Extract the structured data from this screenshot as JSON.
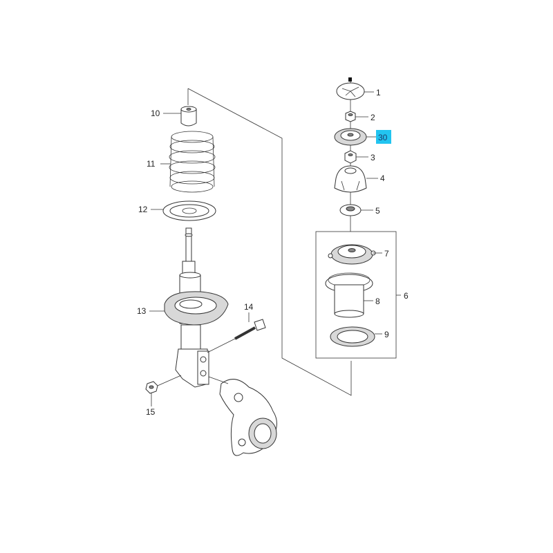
{
  "callouts": {
    "c1": "1",
    "c2": "2",
    "c3": "3",
    "c4": "4",
    "c5": "5",
    "c6": "6",
    "c7": "7",
    "c8": "8",
    "c9": "9",
    "c10": "10",
    "c11": "11",
    "c12": "12",
    "c13": "13",
    "c14": "14",
    "c15": "15"
  },
  "highlight": {
    "text": "30",
    "color": "#22c4f0"
  }
}
